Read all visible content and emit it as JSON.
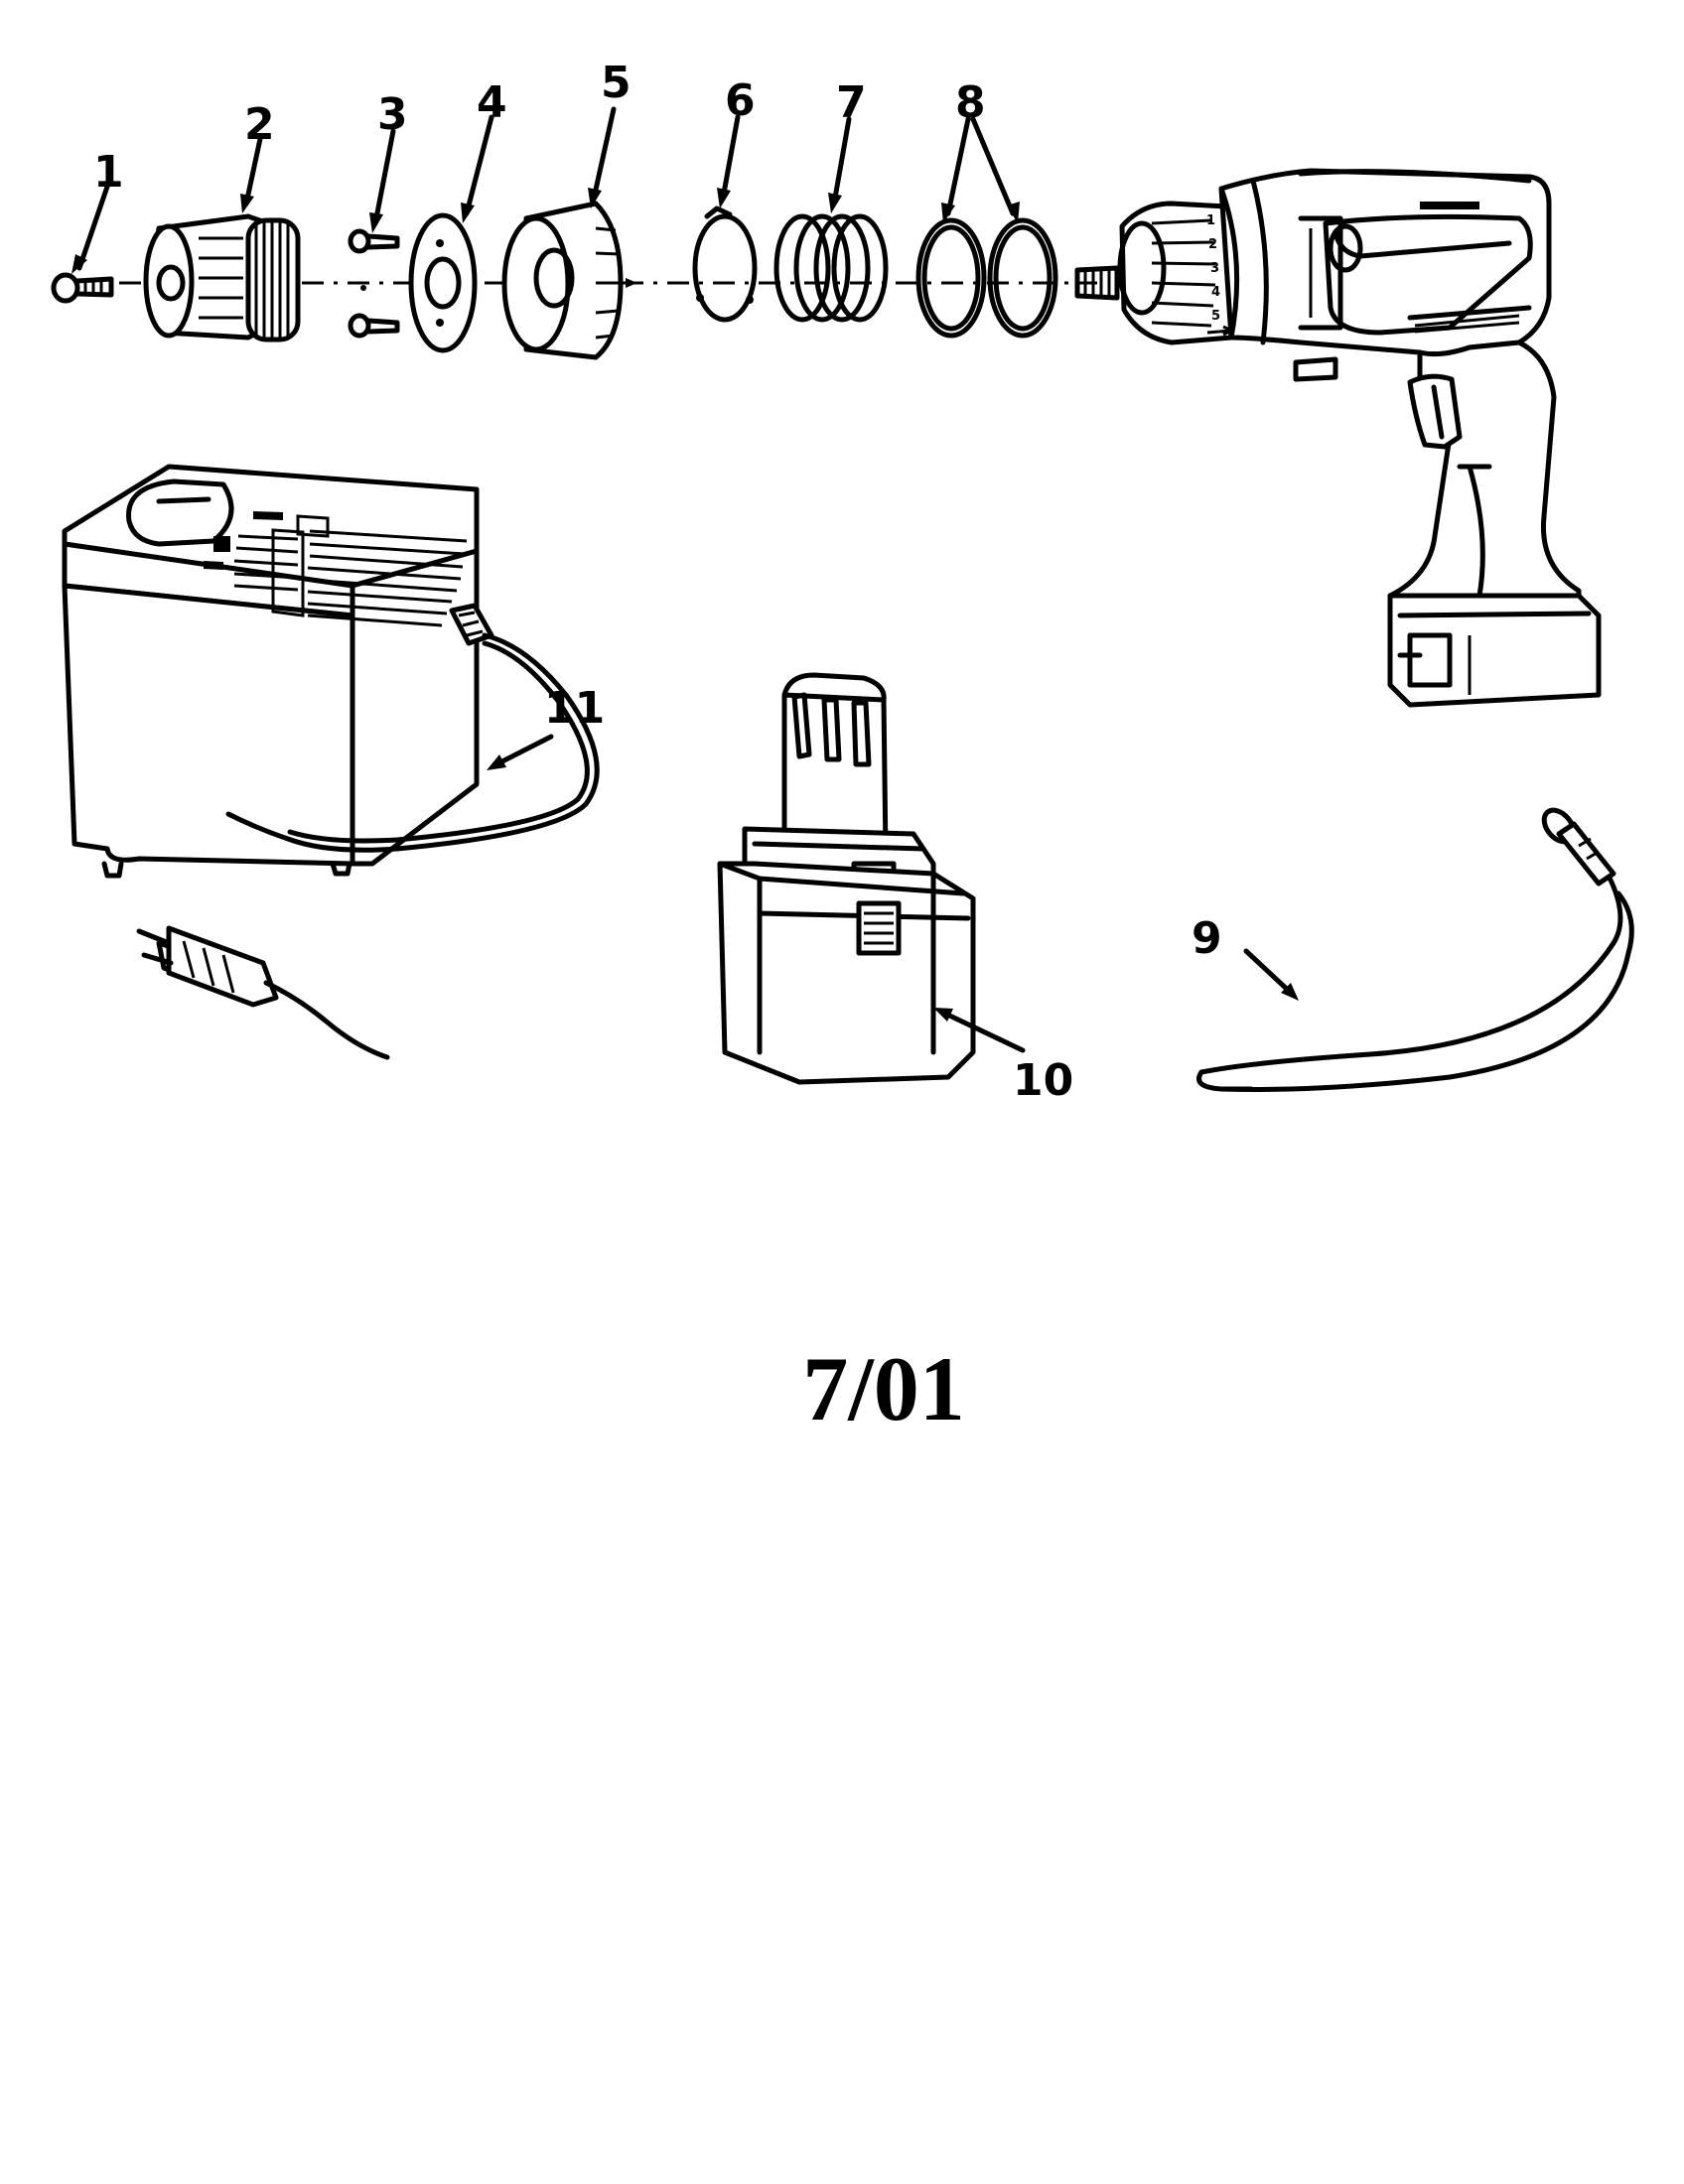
{
  "callouts": [
    {
      "id": "1",
      "label": "1"
    },
    {
      "id": "2",
      "label": "2"
    },
    {
      "id": "3",
      "label": "3"
    },
    {
      "id": "4",
      "label": "4"
    },
    {
      "id": "5",
      "label": "5"
    },
    {
      "id": "6",
      "label": "6"
    },
    {
      "id": "7",
      "label": "7"
    },
    {
      "id": "8",
      "label": "8"
    },
    {
      "id": "9",
      "label": "9"
    },
    {
      "id": "10",
      "label": "10"
    },
    {
      "id": "11",
      "label": "11"
    }
  ],
  "clutch_settings": [
    "1",
    "2",
    "3",
    "4",
    "5",
    "drill-icon"
  ],
  "date_code": "7/01"
}
